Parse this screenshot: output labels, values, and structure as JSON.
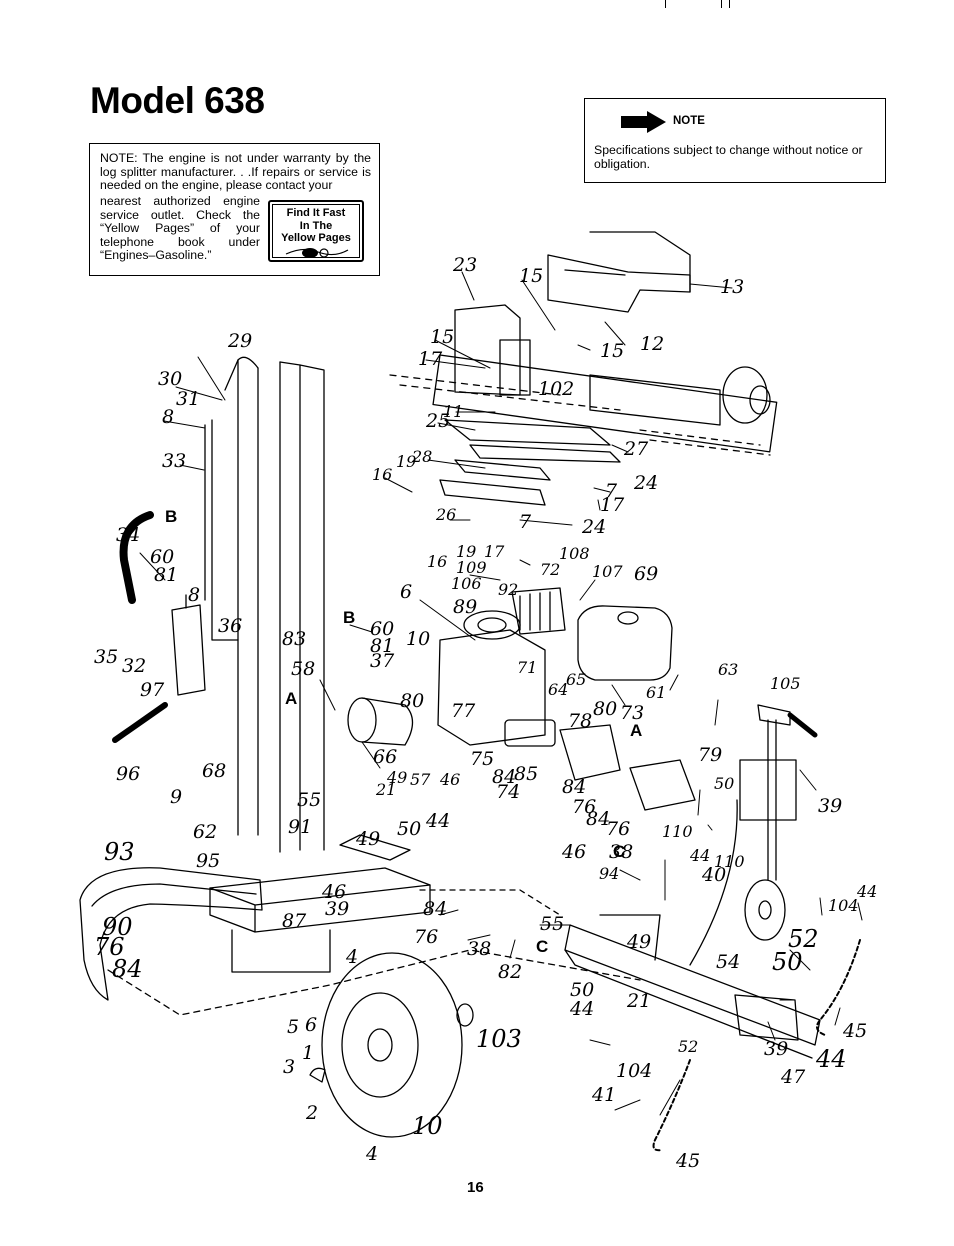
{
  "title": "Model 638",
  "engine_note": {
    "line1": "NOTE: The engine is not under warranty by the log splitter manufacturer. . .If repairs or service is needed on the engine, please contact your",
    "wrap": "nearest authorized engine service outlet. Check the “Yellow Pages” of your telephone book under “Engines–Gasoline.”",
    "badge": [
      "Find It Fast",
      "In The",
      "Yellow Pages"
    ]
  },
  "spec_note": {
    "heading": "NOTE",
    "body": "Specifications subject to change without notice or obligation."
  },
  "page_number": "16",
  "callouts": [
    "23",
    "15",
    "13",
    "15",
    "12",
    "17",
    "15",
    "102",
    "11",
    "25",
    "27",
    "19",
    "28",
    "24",
    "16",
    "7",
    "17",
    "26",
    "7",
    "24",
    "16",
    "19",
    "17",
    "108",
    "109",
    "72",
    "107",
    "69",
    "106",
    "92",
    "89",
    "6",
    "10",
    "60",
    "81",
    "37",
    "29",
    "30",
    "31",
    "8",
    "33",
    "34",
    "60",
    "81",
    "8",
    "36",
    "83",
    "58",
    "35",
    "32",
    "97",
    "96",
    "9",
    "68",
    "80",
    "71",
    "64",
    "65",
    "80",
    "73",
    "61",
    "63",
    "105",
    "78",
    "77",
    "75",
    "66",
    "49",
    "57",
    "46",
    "21",
    "55",
    "91",
    "50",
    "44",
    "49",
    "62",
    "95",
    "46",
    "39",
    "93",
    "87",
    "90",
    "76",
    "84",
    "84",
    "74",
    "85",
    "84",
    "76",
    "79",
    "50",
    "39",
    "84",
    "76",
    "110",
    "44",
    "110",
    "38",
    "46",
    "94",
    "40",
    "104",
    "44",
    "55",
    "84",
    "76",
    "38",
    "82",
    "49",
    "52",
    "50",
    "54",
    "50",
    "21",
    "44",
    "45",
    "44",
    "47",
    "39",
    "4",
    "103",
    "5",
    "6",
    "1",
    "3",
    "2",
    "10",
    "4",
    "52",
    "104",
    "41",
    "45"
  ],
  "letter_labels": [
    "B",
    "B",
    "A",
    "A",
    "C",
    "C"
  ],
  "diagram_description_omitted": ""
}
